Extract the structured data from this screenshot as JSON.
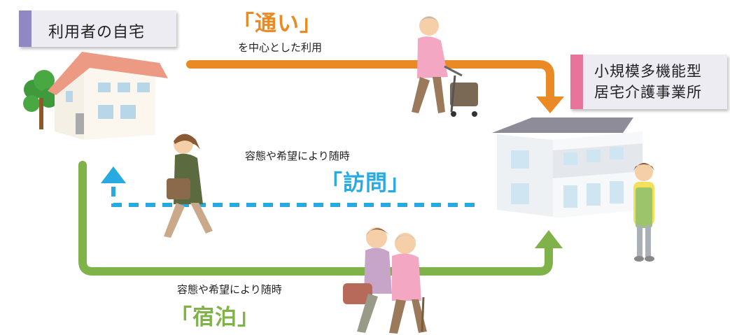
{
  "labels": {
    "home": "利用者の自宅",
    "facility_line1": "小規模多機能型",
    "facility_line2": "居宅介護事業所"
  },
  "flows": {
    "visit_day": {
      "title": "「通い」",
      "caption": "を中心とした利用"
    },
    "home_visit": {
      "caption": "容態や希望により随時",
      "title": "「訪問」"
    },
    "stay": {
      "caption": "容態や希望により随時",
      "title": "「宿泊」"
    }
  },
  "colors": {
    "orange": "#e98a24",
    "blue": "#27a9e1",
    "green": "#7fb34a",
    "home_bar": "#9088c4",
    "facility_bar": "#e8749b"
  }
}
